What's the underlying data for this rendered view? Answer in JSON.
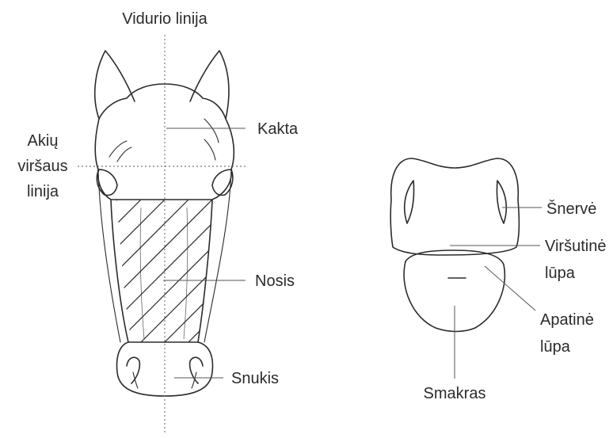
{
  "labels": {
    "midline": "Vidurio linija",
    "eyeline_1": "Akių",
    "eyeline_2": "viršaus",
    "eyeline_3": "linija",
    "forehead": "Kakta",
    "nose": "Nosis",
    "muzzle": "Snukis",
    "nostril": "Šnervė",
    "upper_lip_1": "Viršutinė",
    "upper_lip_2": "lūpa",
    "lower_lip_1": "Apatinė",
    "lower_lip_2": "lūpa",
    "chin": "Smakras"
  }
}
